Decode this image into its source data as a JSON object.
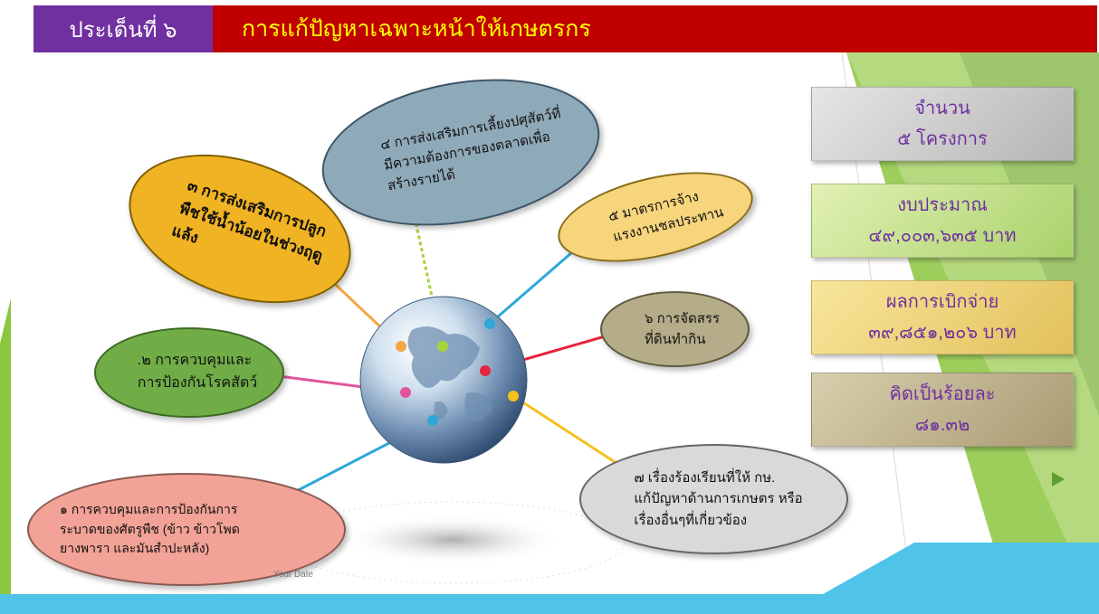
{
  "header": {
    "issue_label": "ประเด็นที่ ๖",
    "title": "การแก้ปัญหาเฉพาะหน้าให้เกษตรกร"
  },
  "bubbles": {
    "b1": [
      "๑ การควบคุมและการป้องกันการ",
      "ระบาดของศัตรูพืช (ข้าว ข้าวโพด",
      "ยางพารา และมันสำปะหลัง)"
    ],
    "b2": [
      ".๒ การควบคุมและ",
      "การป้องกันโรคสัตว์"
    ],
    "b3": [
      "๓ การส่งเสริมการปลูก",
      "พืชใช้น้ำน้อยในช่วงฤดู",
      "แล้ง"
    ],
    "b4": [
      "๔ การส่งเสริมการเลี้ยงปศุสัตว์ที่",
      "มีความต้องการของตลาดเพื่อ",
      "สร้างรายได้"
    ],
    "b5": [
      "๕ มาตรการจ้าง",
      "แรงงานชลประทาน"
    ],
    "b6": [
      "๖ การจัดสรร",
      "ที่ดินทำกิน"
    ],
    "b7": [
      "๗ เรื่องร้องเรียนที่ให้ กษ.",
      "แก้ปัญหาด้านการเกษตร หรือ",
      "เรื่องอื่นๆที่เกี่ยวข้อง"
    ]
  },
  "stats": {
    "count": {
      "label": "จำนวน",
      "value": "๕ โครงการ"
    },
    "budget": {
      "label": "งบประมาณ",
      "value": "๔๙,๐๐๓,๖๓๕ บาท"
    },
    "disbursed": {
      "label": "ผลการเบิกจ่าย",
      "value": "๓๙,๘๕๑,๒๐๖ บาท"
    },
    "percent": {
      "label": "คิดเป็นร้อยละ",
      "value": "๘๑.๓๒"
    }
  },
  "footer": {
    "date_placeholder": "Your Date"
  },
  "colors": {
    "purple": "#7030a0",
    "red": "#c00000",
    "yellow_text": "#ffff00",
    "cyan": "#4fc3e8",
    "green": "#8cc63f"
  },
  "icons": {
    "globe": "globe-icon",
    "arrow": "play-arrow-icon"
  }
}
